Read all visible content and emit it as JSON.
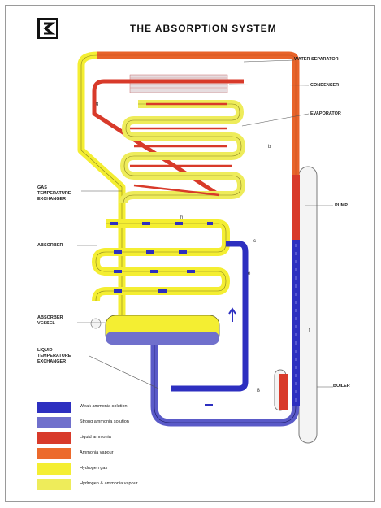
{
  "title": "THE ABSORPTION SYSTEM",
  "logo": {
    "icon": "electrolux-logo-icon"
  },
  "labels": {
    "water_separator": "WATER SEPARATOR",
    "condenser": "CONDENSER",
    "evaporator": "EVAPORATOR",
    "gas_temperature_exchanger": "GAS\nTEMPERATURE\nEXCHANGER",
    "pump": "PUMP",
    "absorber": "ABSORBER",
    "absorber_vessel": "ABSORBER\nVESSEL",
    "liquid_temperature_exchanger": "LIQUID\nTEMPERATURE\nEXCHANGER",
    "boiler": "BOILER"
  },
  "letters": {
    "b": "b",
    "c": "c",
    "e": "e",
    "f": "f",
    "g": "g",
    "h": "h",
    "b2": "B"
  },
  "legend": [
    {
      "label": "Weak ammonia solution",
      "color": "#2d2fc0"
    },
    {
      "label": "Strong ammonia solution",
      "color": "#7070cc"
    },
    {
      "label": "Liquid ammonia",
      "color": "#d83a2a"
    },
    {
      "label": "Ammonia vapour",
      "color": "#ec6a2c"
    },
    {
      "label": "Hydrogen gas",
      "color": "#f4ee32"
    },
    {
      "label": "Hydrogen & ammonia vapour",
      "color": "#eeec5a"
    }
  ],
  "colors": {
    "weak_solution": "#2d2fc0",
    "strong_solution": "#7070cc",
    "liquid_ammonia": "#d83a2a",
    "ammonia_vapour": "#ec6a2c",
    "hydrogen": "#f4ee32",
    "hydrogen_ammonia": "#eeec5a",
    "outline": "#3a3a3a"
  }
}
